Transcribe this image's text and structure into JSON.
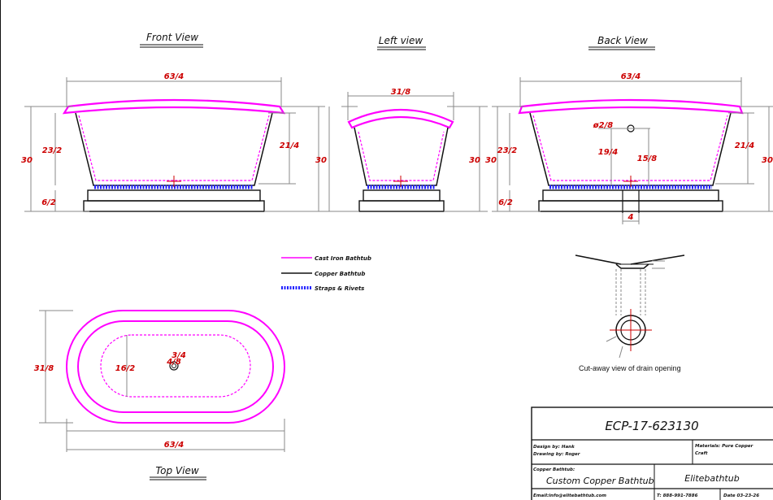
{
  "views": {
    "front": "Front View",
    "left": "Left view",
    "back": "Back View",
    "top": "Top View"
  },
  "dims": {
    "front_width": "63/4",
    "front_h1": "23/2",
    "front_h2": "21/4",
    "front_30a": "30",
    "front_30b": "30",
    "front_base": "6/2",
    "left_width": "31/8",
    "left_30a": "30",
    "left_30b": "30",
    "back_width": "63/4",
    "back_drain": "ø2/8",
    "back_19": "19/4",
    "back_15": "15/8",
    "back_h1": "23/2",
    "back_h2": "21/4",
    "back_30a": "30",
    "back_30b": "30",
    "back_base": "6/2",
    "back_4": "4",
    "top_width": "63/4",
    "top_height": "31/8",
    "top_inner": "16/2",
    "top_drain_a": "3/4",
    "top_drain_b": "4/8"
  },
  "legend": {
    "cast_iron": "Cast Iron Bathtub",
    "copper": "Copper Bathtub",
    "straps": "Straps & Rivets"
  },
  "drain_caption": "Cut-away view of drain opening",
  "title_block": {
    "code": "ECP-17-623130",
    "design_by": "Design by: Hank",
    "drawing_by": "Drawing by: Roger",
    "materials": "Materials: Pure Copper",
    "craft": "Craft",
    "product_label": "Copper Bathtub:",
    "product": "Custom Copper Bathtub",
    "brand": "Elitebathtub",
    "email": "Email:info@elitebathtub.com",
    "tel": "T: 888-991-7886",
    "date": "Date 03-23-26"
  },
  "colors": {
    "cast_iron": "#ff00ff",
    "copper": "#111111",
    "straps": "#2222ff",
    "dimension": "#cc0000"
  }
}
